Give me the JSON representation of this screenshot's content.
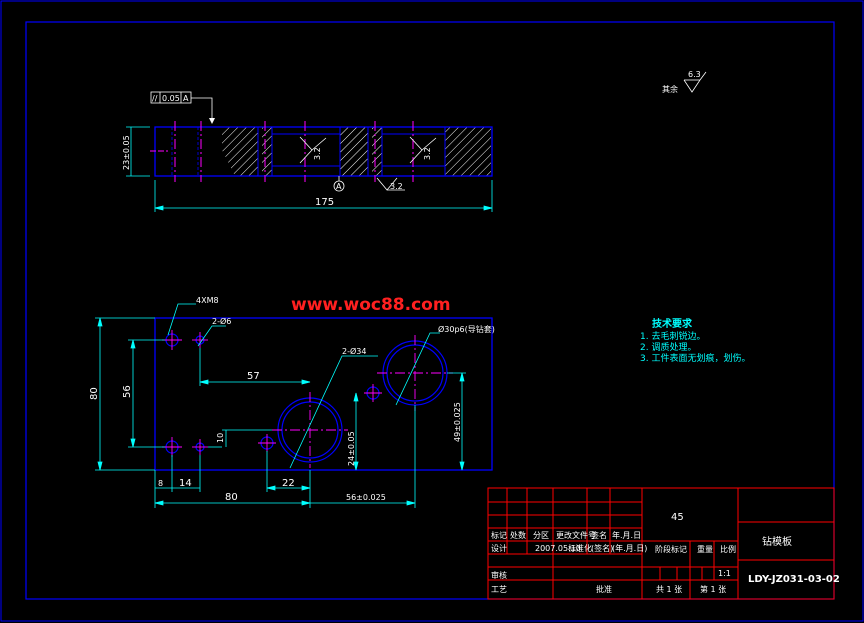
{
  "watermark": "www.woc88.com",
  "roughness_symbol": {
    "prefix": "其余",
    "value": "6.3"
  },
  "top_view": {
    "flatness_box": {
      "symbol": "//",
      "value": "0.05",
      "datum": "A"
    },
    "dim_height": "23±0.05",
    "dim_length": "175",
    "roughness_left": "3.2",
    "roughness_right": "3.2",
    "roughness_bottom": "3.2",
    "datum_label": "A"
  },
  "front_view": {
    "dim_4xm8": "4XM8",
    "dim_2phi6": "2-Ø6",
    "dim_2phi34": "2-Ø34",
    "dim_phi30": "Ø30p6(导钻套)",
    "dim_80_vert": "80",
    "dim_56_vert": "56",
    "dim_57": "57",
    "dim_10": "10",
    "dim_24": "24±0.05",
    "dim_49": "49±0.025",
    "dim_14": "14",
    "dim_8": "8",
    "dim_22": "22",
    "dim_80_horiz": "80",
    "dim_56": "56±0.025"
  },
  "tech_requirements": {
    "title": "技术要求",
    "items": [
      "1. 去毛刺锐边。",
      "2. 调质处理。",
      "3. 工件表面无划痕，划伤。"
    ]
  },
  "title_block": {
    "material": "45",
    "part_name": "钻模板",
    "drawing_no": "LDY-JZ031-03-02",
    "headers": [
      "标记",
      "处数",
      "分区",
      "更改文件号",
      "签名",
      "年.月.日"
    ],
    "design_row": [
      "设计",
      "2007.05.10",
      "标准化",
      "(签名)",
      "(年.月.日)"
    ],
    "labels": {
      "stage_mark": "阶段标记",
      "weight": "重量",
      "scale": "比例",
      "scale_value": "1:1",
      "review": "审核",
      "process": "工艺",
      "approve": "批准",
      "sheets_total": "共 1 张",
      "sheet_no": "第 1 张"
    }
  },
  "colors": {
    "background": "#000000",
    "outline": "#0000ff",
    "text": "#ffffff",
    "hatch": "#ffffff",
    "centerline": "#ff00ff",
    "dimension": "#00ffff",
    "title_block": "#ff0000",
    "tech_text": "#00ffff",
    "watermark": "#ff2020"
  }
}
